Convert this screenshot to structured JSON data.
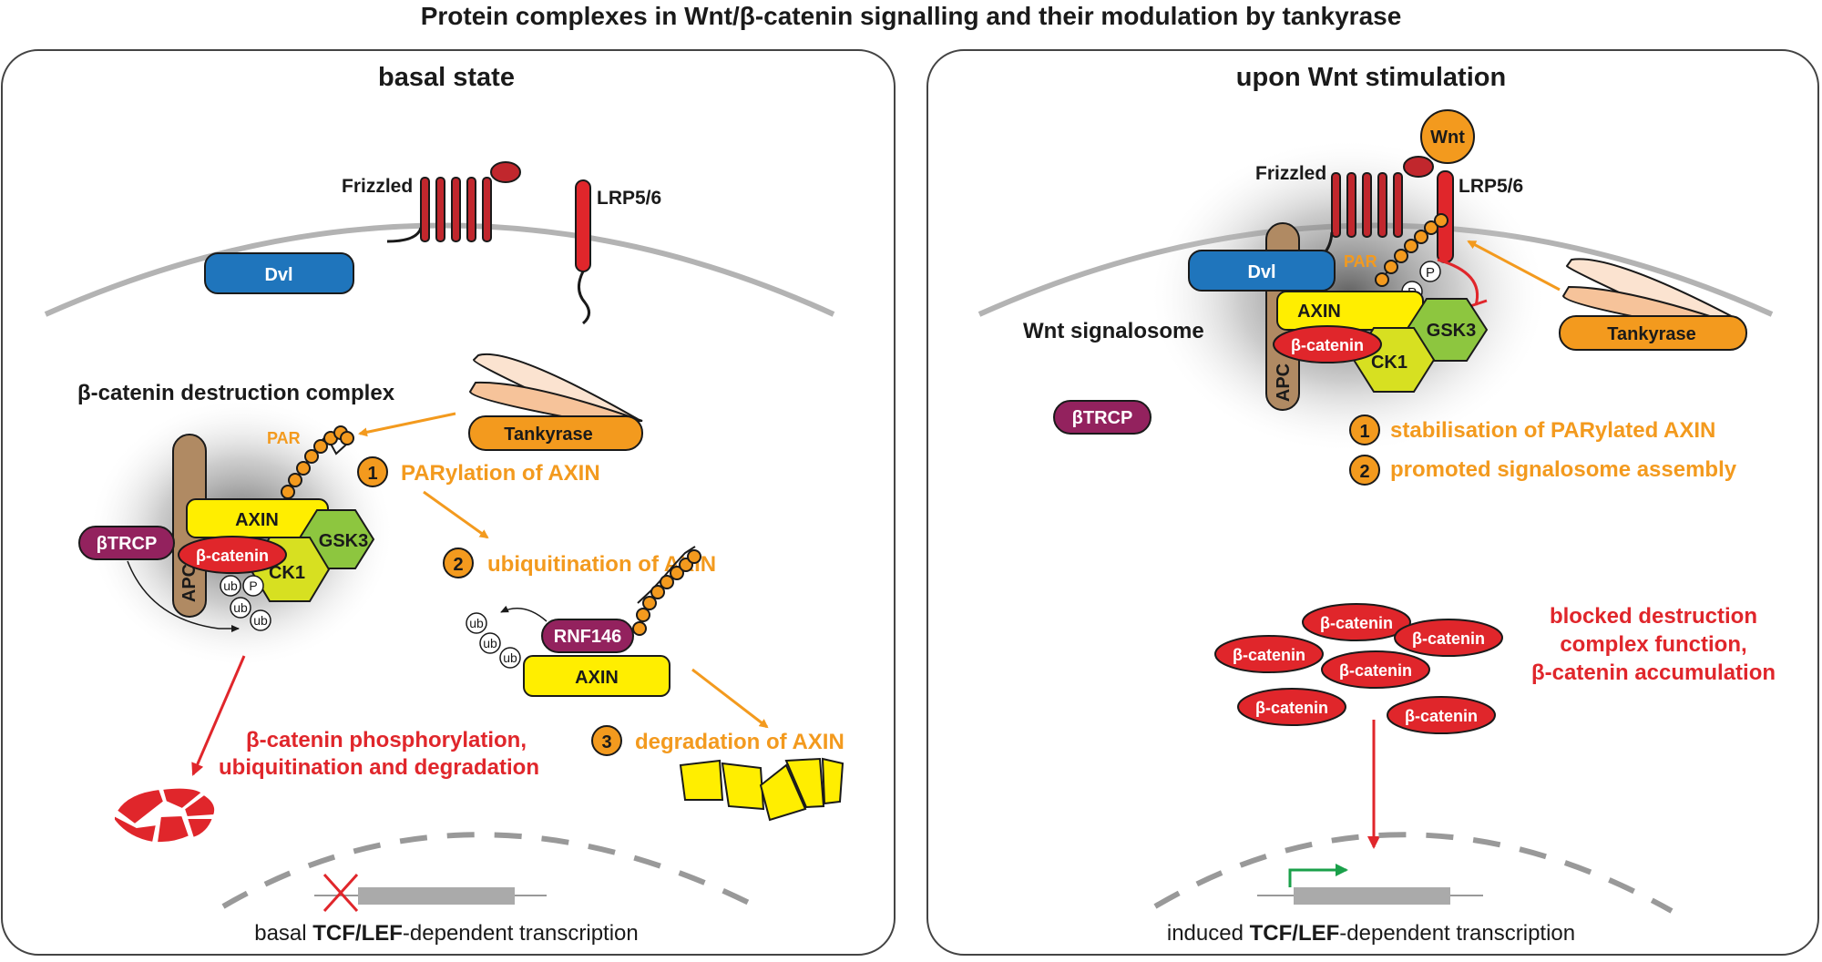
{
  "title": "Protein complexes in Wnt/β-catenin signalling and their modulation by tankyrase",
  "colors": {
    "orange": "#f39a1e",
    "red": "#e0262b",
    "yellow": "#ffee00",
    "green": "#8dc63f",
    "lime": "#d7e021",
    "blue": "#1f75bc",
    "purple": "#93225e",
    "apc": "#b08a63",
    "grey": "#b3b3b3",
    "frizzled_red": "#c1272d",
    "gene_green": "#1aa04a"
  },
  "left": {
    "heading": "basal state",
    "frizzled": "Frizzled",
    "lrp": "LRP5/6",
    "dvl": "Dvl",
    "complex_label": "β-catenin destruction complex",
    "tankyrase": "Tankyrase",
    "par": "PAR",
    "axin": "AXIN",
    "gsk3": "GSK3",
    "ck1": "CK1",
    "apc": "APC",
    "btrcp": "βTRCP",
    "bcat": "β-catenin",
    "ub": "ub",
    "p": "P",
    "rnf146": "RNF146",
    "step1_num": "1",
    "step1": "PARylation of AXIN",
    "step2_num": "2",
    "step2": "ubiquitination of AXIN",
    "step3_num": "3",
    "step3": "degradation of AXIN",
    "red_line1": "β-catenin phosphorylation,",
    "red_line2": "ubiquitination and degradation",
    "trans_pre": "basal ",
    "trans_bold": "TCF/LEF",
    "trans_post": "-dependent transcription"
  },
  "right": {
    "heading": "upon Wnt stimulation",
    "wnt": "Wnt",
    "frizzled": "Frizzled",
    "lrp": "LRP5/6",
    "dvl": "Dvl",
    "par": "PAR",
    "p": "P",
    "axin": "AXIN",
    "gsk3": "GSK3",
    "ck1": "CK1",
    "apc": "APC",
    "bcat": "β-catenin",
    "signalosome": "Wnt signalosome",
    "tankyrase": "Tankyrase",
    "btrcp": "βTRCP",
    "step1_num": "1",
    "step1": "stabilisation of PARylated AXIN",
    "step2_num": "2",
    "step2": "promoted signalosome assembly",
    "red_line1": "blocked destruction",
    "red_line2": "complex function,",
    "red_line3": "β-catenin accumulation",
    "trans_pre": "induced ",
    "trans_bold": "TCF/LEF",
    "trans_post": "-dependent transcription"
  }
}
